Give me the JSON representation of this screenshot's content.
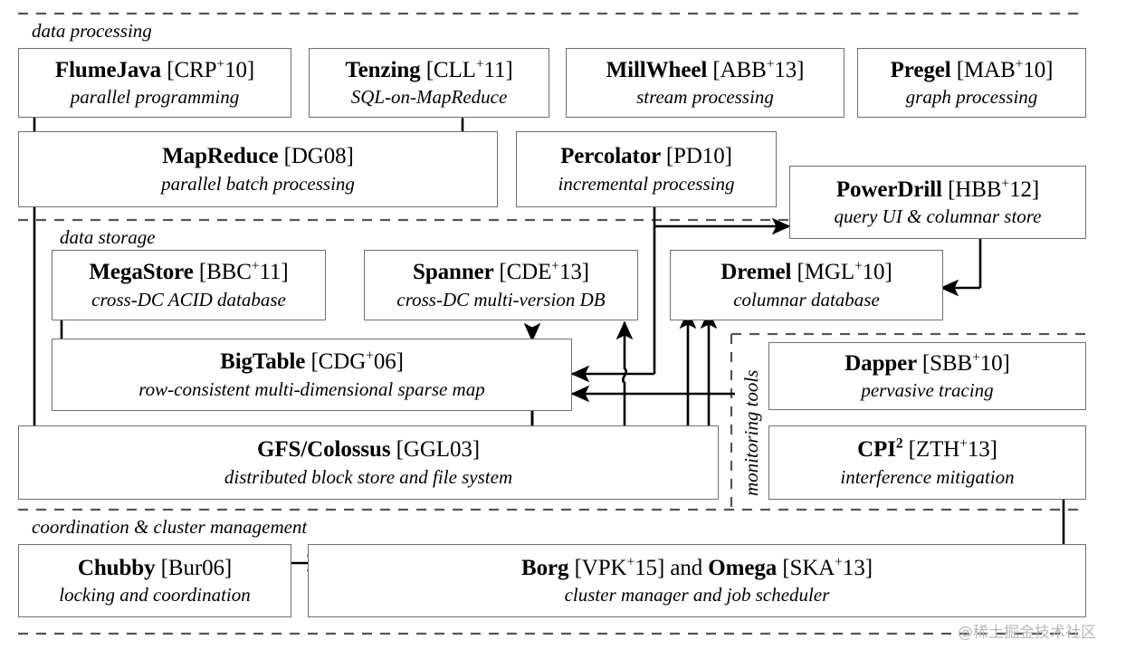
{
  "figure": {
    "kind": "layered-architecture-diagram",
    "watermark": "@稀土掘金技术社区",
    "colors": {
      "box_border": "#6f6f6f",
      "divider": "#555555",
      "arrow": "#000000",
      "background": "#ffffff",
      "watermark": "#b9b9b9"
    }
  },
  "groups": [
    {
      "id": "data-processing",
      "label": "data processing",
      "orientation": "horizontal"
    },
    {
      "id": "data-storage",
      "label": "data storage",
      "orientation": "horizontal"
    },
    {
      "id": "monitoring-tools",
      "label": "monitoring tools",
      "orientation": "vertical"
    },
    {
      "id": "coordination",
      "label": "coordination & cluster management",
      "orientation": "horizontal"
    }
  ],
  "boxes": [
    {
      "id": "flumejava",
      "group": "data-processing",
      "name": "FlumeJava",
      "ref": "[CRP",
      "ref_sup": "+",
      "ref_tail": "10]",
      "subtitle": "parallel programming"
    },
    {
      "id": "tenzing",
      "group": "data-processing",
      "name": "Tenzing",
      "ref": "[CLL",
      "ref_sup": "+",
      "ref_tail": "11]",
      "subtitle": "SQL-on-MapReduce"
    },
    {
      "id": "millwheel",
      "group": "data-processing",
      "name": "MillWheel",
      "ref": "[ABB",
      "ref_sup": "+",
      "ref_tail": "13]",
      "subtitle": "stream processing"
    },
    {
      "id": "pregel",
      "group": "data-processing",
      "name": "Pregel",
      "ref": "[MAB",
      "ref_sup": "+",
      "ref_tail": "10]",
      "subtitle": "graph processing"
    },
    {
      "id": "mapreduce",
      "group": "data-processing",
      "name": "MapReduce",
      "ref": "[DG08]",
      "ref_sup": "",
      "ref_tail": "",
      "subtitle": "parallel batch processing"
    },
    {
      "id": "percolator",
      "group": "data-processing",
      "name": "Percolator",
      "ref": "[PD10]",
      "ref_sup": "",
      "ref_tail": "",
      "subtitle": "incremental processing"
    },
    {
      "id": "powerdrill",
      "group": "data-processing",
      "name": "PowerDrill",
      "ref": "[HBB",
      "ref_sup": "+",
      "ref_tail": "12]",
      "subtitle": "query UI & columnar store"
    },
    {
      "id": "megastore",
      "group": "data-storage",
      "name": "MegaStore",
      "ref": "[BBC",
      "ref_sup": "+",
      "ref_tail": "11]",
      "subtitle": "cross-DC ACID database"
    },
    {
      "id": "spanner",
      "group": "data-storage",
      "name": "Spanner",
      "ref": "[CDE",
      "ref_sup": "+",
      "ref_tail": "13]",
      "subtitle": "cross-DC multi-version DB"
    },
    {
      "id": "dremel",
      "group": "data-storage",
      "name": "Dremel",
      "ref": "[MGL",
      "ref_sup": "+",
      "ref_tail": "10]",
      "subtitle": "columnar database"
    },
    {
      "id": "bigtable",
      "group": "data-storage",
      "name": "BigTable",
      "ref": "[CDG",
      "ref_sup": "+",
      "ref_tail": "06]",
      "subtitle": "row-consistent multi-dimensional sparse map"
    },
    {
      "id": "gfs",
      "group": "data-storage",
      "name": "GFS/Colossus",
      "ref": "[GGL03]",
      "ref_sup": "",
      "ref_tail": "",
      "subtitle": "distributed block store and file system"
    },
    {
      "id": "dapper",
      "group": "monitoring-tools",
      "name": "Dapper",
      "ref": "[SBB",
      "ref_sup": "+",
      "ref_tail": "10]",
      "subtitle": "pervasive tracing"
    },
    {
      "id": "cpi2",
      "group": "monitoring-tools",
      "name": "CPI",
      "name_sup": "2",
      "ref": "[ZTH",
      "ref_sup": "+",
      "ref_tail": "13]",
      "subtitle": "interference mitigation"
    },
    {
      "id": "chubby",
      "group": "coordination",
      "name": "Chubby",
      "ref": "[Bur06]",
      "ref_sup": "",
      "ref_tail": "",
      "subtitle": "locking and coordination"
    },
    {
      "id": "borg-omega",
      "group": "coordination",
      "name": "Borg",
      "ref": "[VPK",
      "ref_sup": "+",
      "ref_tail": "15]",
      "conjunction": " and ",
      "name2": "Omega",
      "ref2": "[SKA",
      "ref2_sup": "+",
      "ref2_tail": "13]",
      "subtitle": "cluster manager and job scheduler"
    }
  ]
}
